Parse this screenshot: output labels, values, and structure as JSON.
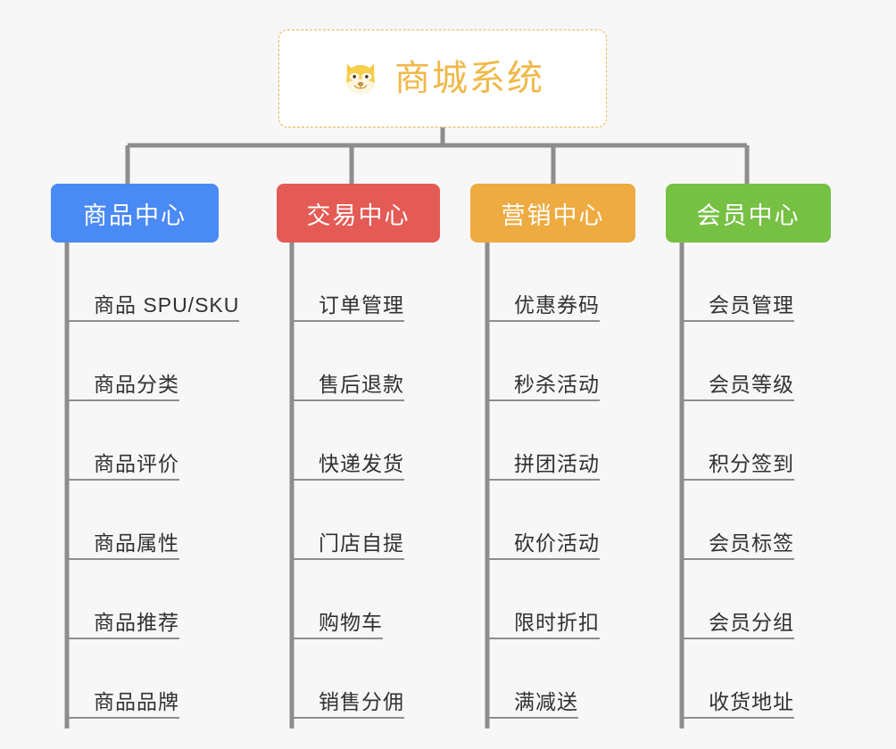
{
  "root": {
    "title": "商城系统",
    "icon": "shiba-inu-dog-face-emoji",
    "border_color": "#e9b44c",
    "text_color": "#f0b849",
    "background": "#ffffff"
  },
  "theme": {
    "page_background": "#f7f7f7",
    "connector_color": "#8d8d8d",
    "item_text_color": "#303133",
    "item_underline_color": "#8d8d8d"
  },
  "columns": [
    {
      "id": "product-center",
      "header": "商品中心",
      "color": "#4a8af4",
      "items": [
        "商品 SPU/SKU",
        "商品分类",
        "商品评价",
        "商品属性",
        "商品推荐",
        "商品品牌"
      ]
    },
    {
      "id": "trade-center",
      "header": "交易中心",
      "color": "#e45a55",
      "items": [
        "订单管理",
        "售后退款",
        "快递发货",
        "门店自提",
        "购物车",
        "销售分佣"
      ]
    },
    {
      "id": "marketing-center",
      "header": "营销中心",
      "color": "#eeab41",
      "items": [
        "优惠券码",
        "秒杀活动",
        "拼团活动",
        "砍价活动",
        "限时折扣",
        "满减送"
      ]
    },
    {
      "id": "member-center",
      "header": "会员中心",
      "color": "#76c043",
      "items": [
        "会员管理",
        "会员等级",
        "积分签到",
        "会员标签",
        "会员分组",
        "收货地址"
      ]
    }
  ]
}
